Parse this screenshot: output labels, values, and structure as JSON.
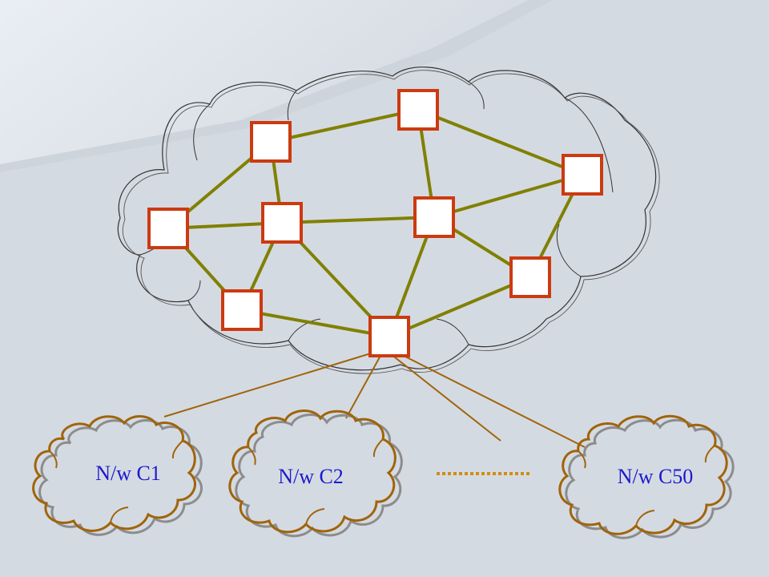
{
  "sub_networks": [
    {
      "label": "N/w C1"
    },
    {
      "label": "N/w C2"
    },
    {
      "label": "N/w C50"
    }
  ],
  "colors": {
    "background": "#d4dae2",
    "router_stroke": "#cc3a10",
    "router_fill": "#ffffff",
    "backbone_link": "#808000",
    "access_link": "#a0640a",
    "cloud_outline": "#333333",
    "small_cloud_outline": "#a0640a",
    "small_cloud_shadow": "#8c8c8c",
    "label_text": "#1a1acd",
    "ellipsis": "#d28c14"
  }
}
